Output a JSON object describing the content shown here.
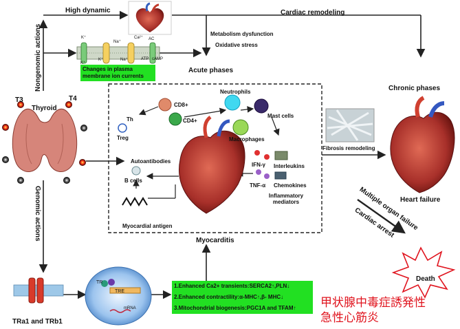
{
  "labels": {
    "high_dynamic": "High dynamic",
    "cardiac_remodeling": "Cardiac remodeling",
    "metabolism_dysfunction": "Metabolism dysfunction",
    "oxidative_stress": "Oxidative stress",
    "acute_phases": "Acute phases",
    "chronic_phases": "Chronic phases",
    "nongenomic_actions": "Nongenomic actions",
    "genomic_actions": "Genomic actions",
    "thyroid": "Thyroid",
    "t3": "T3",
    "t4": "T4",
    "plasma_membrane": "Changes in plasma membrane ion currents",
    "neutrophils": "Neutrophils",
    "cd8": "CD8+",
    "cd4": "CD4+",
    "th": "Th",
    "treg": "Treg",
    "mast_cells": "Mast cells",
    "macrophages": "Macrophages",
    "autoantibodies": "Autoantibodies",
    "b_cells": "B cells",
    "ifn": "IFN-γ",
    "tnf": "TNF-α",
    "interleukins": "Interleukins",
    "chemokines": "Chemokines",
    "inflammatory_mediators": "Inflammatory mediators",
    "myocardial_antigen": "Myocardial antigen",
    "myocarditis": "Myocarditis",
    "fibrosis_remodeling": "Fibrosis remodeling",
    "heart_failure": "Heart failure",
    "multiple_organ_failure": "Multiple organ failure",
    "cardiac_arrest": "Cardiac arrest",
    "death": "Death",
    "tra_trb": "TRa1 and TRb1",
    "tr": "TR",
    "tre": "TRE",
    "mrna": "mRNA",
    "ion_k1": "K⁺",
    "ion_k2": "K⁺",
    "ion_na1": "Na⁺",
    "ion_ca": "Ca²⁺",
    "ion_ac": "AC",
    "ion_k3": "K⁺",
    "ion_na2": "Na⁺",
    "ion_atp": "ATP",
    "ion_camp": "cAMP",
    "effect_1": "1.Enhanced Ca2+ transients:SERCA2↑,PLN↓",
    "effect_2": "2.Enhanced contractility:α-MHC↑,β- MHC↓",
    "effect_3": "3.Mitochondrial biogenesis:PGC1A and TFAM↑",
    "chinese_line1": "甲状腺中毒症誘発性",
    "chinese_line2": "急性心筋炎"
  },
  "colors": {
    "green_box": "#22e022",
    "chinese_text": "#e0141e",
    "arrow": "#222222",
    "heart_red": "#b8322a",
    "thyroid": "#d89080"
  }
}
